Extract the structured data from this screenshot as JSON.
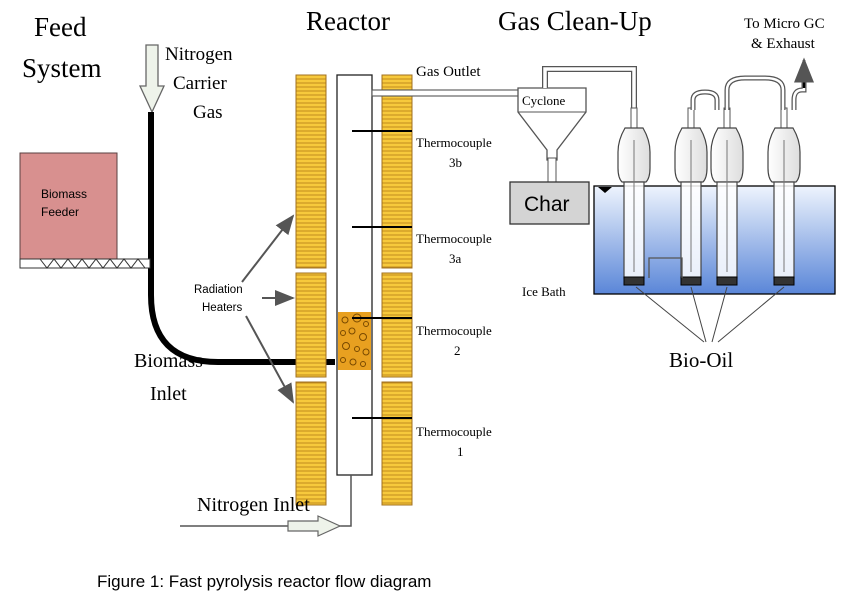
{
  "sections": {
    "feed_system": [
      "Feed",
      "System"
    ],
    "reactor": "Reactor",
    "gas_cleanup": "Gas Clean-Up"
  },
  "labels": {
    "nitrogen_carrier_gas": [
      "Nitrogen",
      "Carrier",
      "Gas"
    ],
    "biomass_feeder": [
      "Biomass",
      "Feeder"
    ],
    "biomass_inlet": [
      "Biomass",
      "Inlet"
    ],
    "radiation_heaters": [
      "Radiation",
      "Heaters"
    ],
    "nitrogen_inlet": "Nitrogen Inlet",
    "gas_outlet": "Gas Outlet",
    "cyclone": "Cyclone",
    "char": "Char",
    "ice_bath": "Ice Bath",
    "bio_oil": "Bio-Oil",
    "to_micro_gc": [
      "To Micro GC",
      "& Exhaust"
    ],
    "thermocouples": [
      [
        "Thermocouple",
        "3b"
      ],
      [
        "Thermocouple",
        "3a"
      ],
      [
        "Thermocouple",
        "2"
      ],
      [
        "Thermocouple",
        "1"
      ]
    ]
  },
  "caption": "Figure 1: Fast pyrolysis reactor flow diagram",
  "colors": {
    "heater_fill": "#f7c93c",
    "heater_stripe": "#c08a1e",
    "feeder_fill": "#d8908f",
    "ice_bath_top": "#eef4fd",
    "ice_bath_bottom": "#5a86d8",
    "char_fill": "#d4d4d4",
    "bed_fill": "#e8a020"
  }
}
